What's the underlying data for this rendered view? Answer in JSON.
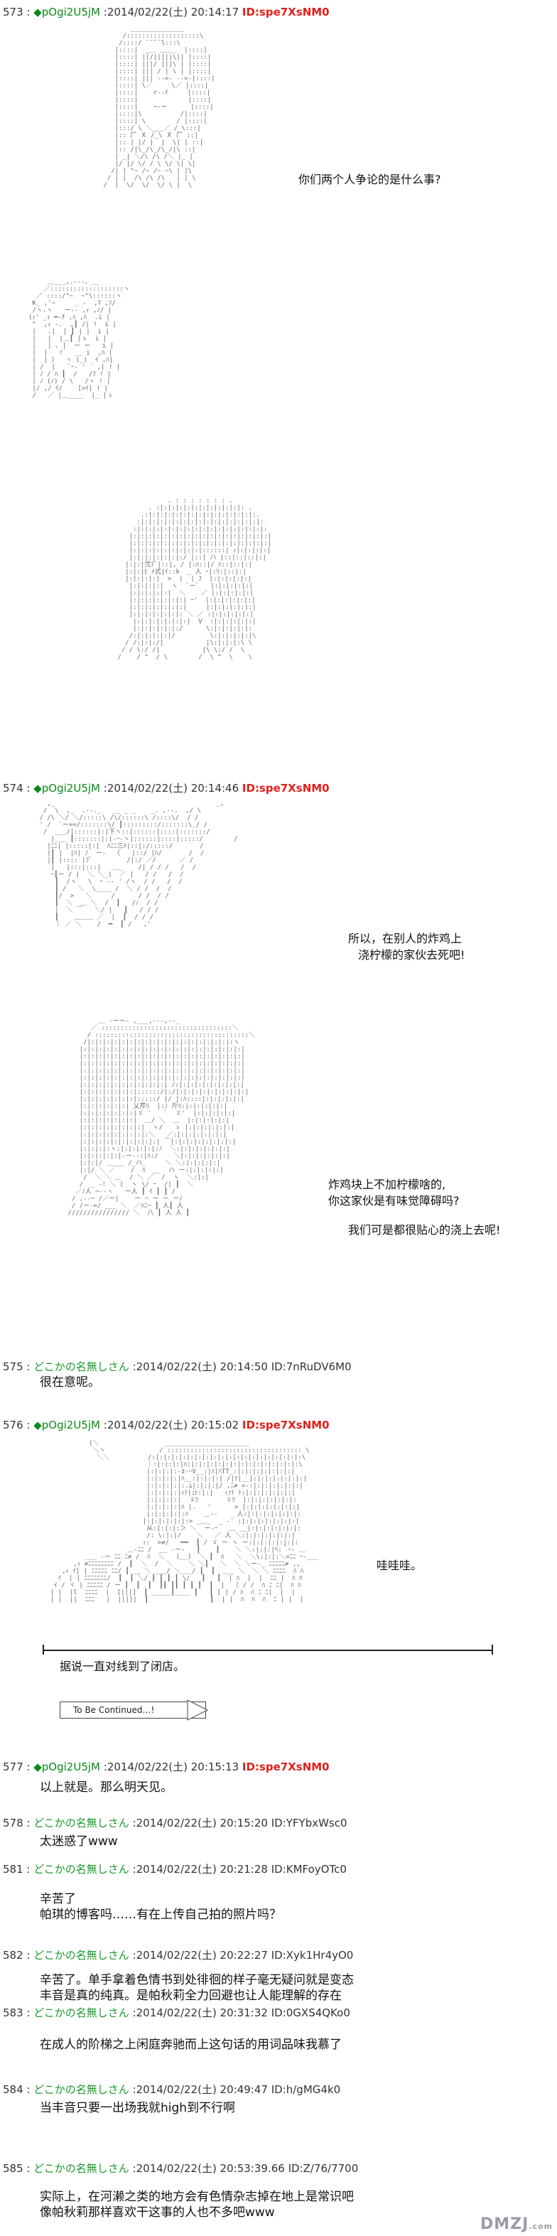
{
  "posts": [
    {
      "num": "573 :",
      "mark": "◆",
      "name": "pOgi2U5jM",
      "date": ":2014/02/22(土) 20:14:17",
      "id": "ID:spe7XsNM0",
      "id_red": true,
      "anon": false
    },
    {
      "num": "574 :",
      "mark": "◆",
      "name": "pOgi2U5jM",
      "date": ":2014/02/22(土) 20:14:46",
      "id": "ID:spe7XsNM0",
      "id_red": true,
      "anon": false
    },
    {
      "num": "575 :",
      "name": "どこかの名無しさん",
      "date": ":2014/02/22(土) 20:14:50",
      "id": "ID:7nRuDV6M0",
      "id_red": false,
      "anon": true,
      "text": [
        "很在意呢。"
      ]
    },
    {
      "num": "576 :",
      "mark": "◆",
      "name": "pOgi2U5jM",
      "date": ":2014/02/22(土) 20:15:02",
      "id": "ID:spe7XsNM0",
      "id_red": true,
      "anon": false
    },
    {
      "num": "577 :",
      "mark": "◆",
      "name": "pOgi2U5jM",
      "date": ":2014/02/22(土) 20:15:13",
      "id": "ID:spe7XsNM0",
      "id_red": true,
      "anon": false,
      "text": [
        "以上就是。那么明天见。"
      ]
    },
    {
      "num": "578 :",
      "name": "どこかの名無しさん",
      "date": ":2014/02/22(土) 20:15:20",
      "id": "ID:YFYbxWsc0",
      "id_red": false,
      "anon": true,
      "text": [
        "太迷惑了www"
      ]
    },
    {
      "num": "581 :",
      "name": "どこかの名無しさん",
      "date": ":2014/02/22(土) 20:21:28",
      "id": "ID:KMFoyOTc0",
      "id_red": false,
      "anon": true,
      "text": [
        "辛苦了",
        "帕琪的博客吗……有在上传自己拍的照片吗？"
      ]
    },
    {
      "num": "582 :",
      "name": "どこかの名無しさん",
      "date": ":2014/02/22(土) 20:22:27",
      "id": "ID:Xyk1Hr4yO0",
      "id_red": false,
      "anon": true,
      "text": [
        "辛苦了。单手拿着色情书到处徘徊的样子毫无疑问就是变态",
        "丰音是真的纯真。是帕秋莉全力回避也让人能理解的存在"
      ]
    },
    {
      "num": "583 :",
      "name": "どこかの名無しさん",
      "date": ":2014/02/22(土) 20:31:32",
      "id": "ID:0GXS4QKo0",
      "id_red": false,
      "anon": true,
      "text": [
        "在成人的阶梯之上闲庭奔驰而上这句话的用词品味我慕了"
      ]
    },
    {
      "num": "584 :",
      "name": "どこかの名無しさん",
      "date": ":2014/02/22(土) 20:49:47",
      "id": "ID:h/gMG4k0",
      "id_red": false,
      "anon": true,
      "text": [
        "当丰音只要一出场我就high到不行啊"
      ]
    },
    {
      "num": "585 :",
      "name": "どこかの名無しさん",
      "date": ":2014/02/22(土) 20:53:39.66",
      "id": "ID:Z/76/7700",
      "id_red": false,
      "anon": true,
      "text": [
        "实际上，在河濑之类的地方会有色情杂志掉在地上是常识吧",
        "像帕秋莉那样喜欢干这事的人也不多吧www"
      ]
    }
  ],
  "speech": {
    "s1": "你们两个人争论的是什么事?",
    "s2a": "所以，在别人的炸鸡上",
    "s2b": "浇柠檬的家伙去死吧!",
    "s3a": "炸鸡块上不加柠檬啥的,",
    "s3b": "你这家伙是有味觉障碍吗?",
    "s3c": "我们可是都很贴心的浇上去呢!",
    "s4": "哇哇哇。",
    "s5": "据说一直对线到了闭店。",
    "continued": "To Be Continued…!"
  },
  "logo": {
    "main": "DMZJ",
    "sub": ".com"
  },
  "colors": {
    "trip": "#0a8a1a",
    "id_red": "#e0201a",
    "text": "#111111"
  }
}
